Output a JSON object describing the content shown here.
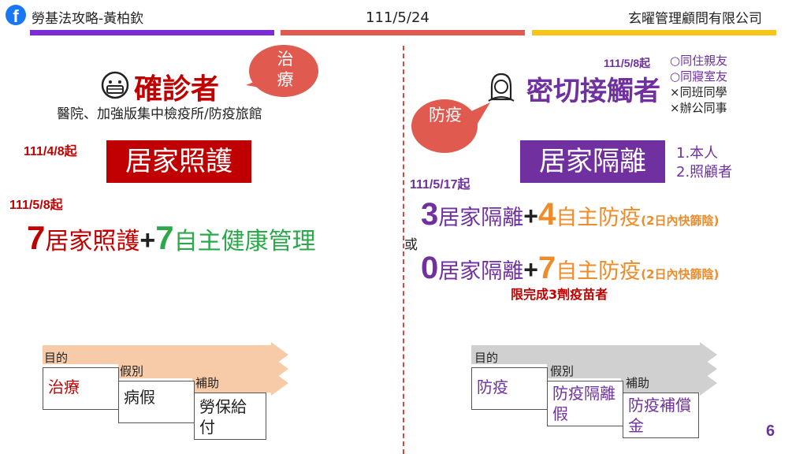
{
  "header": {
    "left_title": "勞基法攻略-黃柏欽",
    "date": "111/5/24",
    "company": "玄曜管理顧問有限公司",
    "bar_colors": [
      "#7b2bd6",
      "#e05a4f",
      "#f5c518"
    ]
  },
  "left": {
    "bubble": "治療",
    "title": "確診者",
    "subtitle": "醫院、加強版集中檢疫所/防疫旅館",
    "date1": "111/4/8起",
    "box1": "居家照護",
    "date2": "111/5/8起",
    "line_num1": "7",
    "line_text1": "居家照護",
    "plus": "+",
    "line_num2": "7",
    "line_text2": "自主健康管理"
  },
  "right": {
    "bubble": "防疫",
    "title": "密切接觸者",
    "contact_date": "111/5/8起",
    "contact_items": [
      "○同住親友",
      "○同寢室友",
      "×同班同學",
      "×辦公同事"
    ],
    "box1": "居家隔離",
    "box_items": [
      "1.本人",
      "2.照顧者"
    ],
    "date": "111/5/17起",
    "opt1_num1": "3",
    "opt1_text1": "居家隔離",
    "plus": "+",
    "opt1_num2": "4",
    "opt1_text2": "自主防疫",
    "opt1_note": "(2日內快篩陰)",
    "or": "或",
    "opt2_num1": "0",
    "opt2_text1": "居家隔離",
    "opt2_num2": "7",
    "opt2_text2": "自主防疫",
    "opt2_note": "(2日內快篩陰)",
    "limit_note": "限完成3劑疫苗者"
  },
  "left_table": {
    "labels": [
      "目的",
      "假別",
      "補助"
    ],
    "values": [
      "治療",
      "病假",
      "勞保給付"
    ],
    "arrow_color": "#f8cba8"
  },
  "right_table": {
    "labels": [
      "目的",
      "假別",
      "補助"
    ],
    "values": [
      "防疫",
      "防疫隔離假",
      "防疫補償金"
    ],
    "arrow_color": "#d0d0d0"
  },
  "page_number": "6",
  "colors": {
    "red": "#c00000",
    "green": "#2ca84a",
    "purple": "#7030a0",
    "orange": "#ed8c2b",
    "bubble": "#e05a4f"
  }
}
